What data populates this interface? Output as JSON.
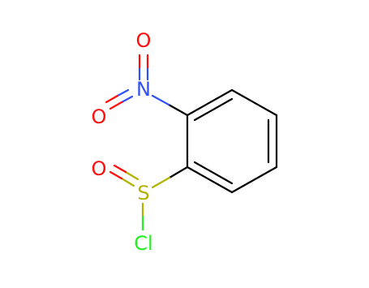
{
  "molecule": {
    "atoms": {
      "o_top": "O",
      "n": "N",
      "o_left": "O",
      "o_sulfinyl": "O",
      "s": "S",
      "cl": "Cl"
    },
    "colors": {
      "bond": "#000000",
      "oxygen": "#ff0d0d",
      "nitrogen": "#3050f8",
      "sulfur": "#b2b200",
      "chlorine": "#1ff01f"
    }
  }
}
